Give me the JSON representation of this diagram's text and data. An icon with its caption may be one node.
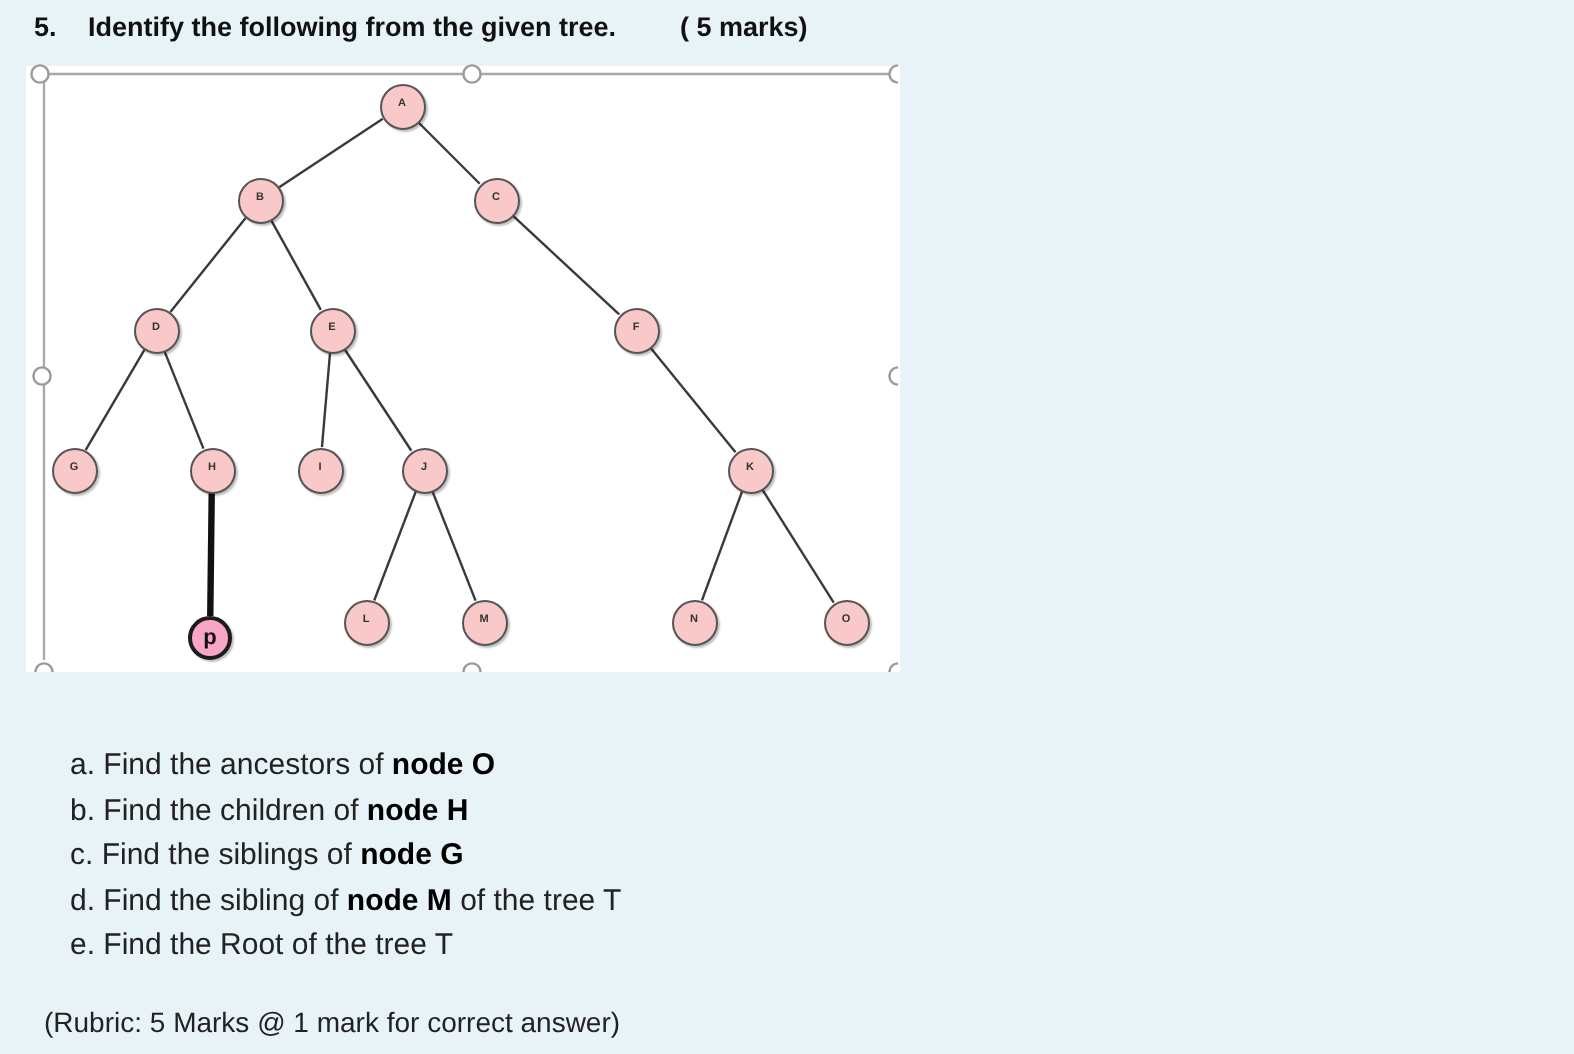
{
  "diagram": {
    "title": "Identify the following from the given tree.",
    "nodes": [
      {
        "text": [
          "A"
        ]
      },
      {
        "text": [
          "B"
        ]
      },
      {
        "text": [
          "C"
        ]
      },
      {
        "text": [
          "D"
        ]
      },
      {
        "text": [
          "E"
        ]
      },
      {
        "text": [
          "F"
        ]
      },
      {
        "text": [
          "G"
        ]
      },
      {
        "text": [
          "H"
        ]
      },
      {
        "text": [
          "I"
        ]
      },
      {
        "text": [
          "J"
        ]
      },
      {
        "text": [
          "K"
        ]
      },
      {
        "text": [
          "p"
        ]
      },
      {
        "text": [
          "L"
        ]
      },
      {
        "text": [
          "M"
        ]
      },
      {
        "text": [
          "N"
        ]
      },
      {
        "text": [
          "O"
        ]
      }
    ],
    "edges": [
      {
        "from": 0,
        "to": 1,
        "arrow": "none"
      },
      {
        "from": 0,
        "to": 2,
        "arrow": "none"
      },
      {
        "from": 1,
        "to": 3,
        "arrow": "none"
      },
      {
        "from": 1,
        "to": 4,
        "arrow": "none"
      },
      {
        "from": 2,
        "to": 5,
        "arrow": "none"
      },
      {
        "from": 3,
        "to": 6,
        "arrow": "none"
      },
      {
        "from": 3,
        "to": 7,
        "arrow": "none"
      },
      {
        "from": 4,
        "to": 8,
        "arrow": "none"
      },
      {
        "from": 4,
        "to": 9,
        "arrow": "none"
      },
      {
        "from": 5,
        "to": 10,
        "arrow": "none"
      },
      {
        "from": 7,
        "to": 11,
        "arrow": "none",
        "style": "thick"
      },
      {
        "from": 9,
        "to": 12,
        "arrow": "none"
      },
      {
        "from": 9,
        "to": 13,
        "arrow": "none"
      },
      {
        "from": 10,
        "to": 14,
        "arrow": "none"
      },
      {
        "from": 10,
        "to": 15,
        "arrow": "none"
      }
    ],
    "labels": [
      "5.",
      "( 5 marks)",
      "a. Find the ancestors of **node O**",
      "b. Find the children of **node H**",
      "c. Find the siblings of **node G**",
      "d. Find the sibling of **node M** of the tree T",
      "e. Find the Root of the tree T",
      "(Rubric: 5 Marks @ 1 mark for correct answer)"
    ]
  }
}
